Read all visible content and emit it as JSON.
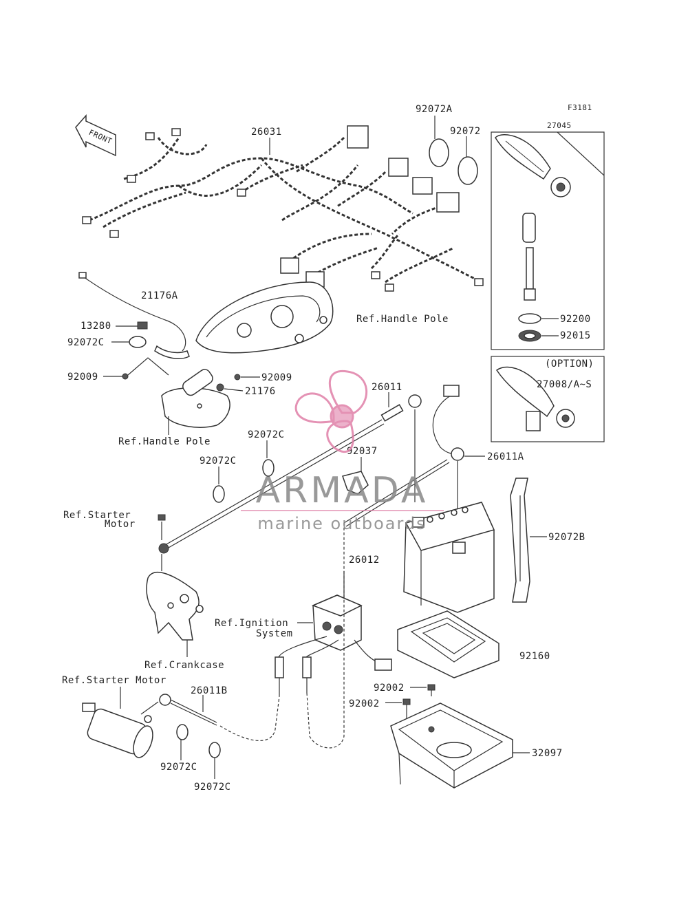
{
  "figure_id": "F3181",
  "front_arrow": "FRONT",
  "labels": {
    "p26031": "26031",
    "p92072A": "92072A",
    "p92072": "92072",
    "p27045": "27045",
    "p21176A": "21176A",
    "p13280": "13280",
    "p92072C_a": "92072C",
    "p92009_a": "92009",
    "p92009_b": "92009",
    "p21176": "21176",
    "ref_handle_pole_1": "Ref.Handle Pole",
    "ref_handle_pole_2": "Ref.Handle Pole",
    "p92200": "92200",
    "p92015": "92015",
    "option": "(OPTION)",
    "p27008": "27008/A~S",
    "p26011": "26011",
    "p92072C_b": "92072C",
    "p92037": "92037",
    "p26011A": "26011A",
    "p92072C_c": "92072C",
    "ref_starter_motor_1a": "Ref.Starter",
    "ref_starter_motor_1b": "Motor",
    "p92072B": "92072B",
    "p26012": "26012",
    "ref_ignition_a": "Ref.Ignition",
    "ref_ignition_b": "System",
    "ref_crankcase": "Ref.Crankcase",
    "p92160": "92160",
    "ref_starter_motor_2": "Ref.Starter Motor",
    "p26011B": "26011B",
    "p92002_a": "92002",
    "p92002_b": "92002",
    "p32097": "32097",
    "p92072C_d": "92072C",
    "p92072C_e": "92072C"
  },
  "watermark": {
    "brand": "ARMADA",
    "tagline": "marine outboards",
    "colors": {
      "pink": "#e07fa8",
      "grey": "#777777"
    }
  }
}
